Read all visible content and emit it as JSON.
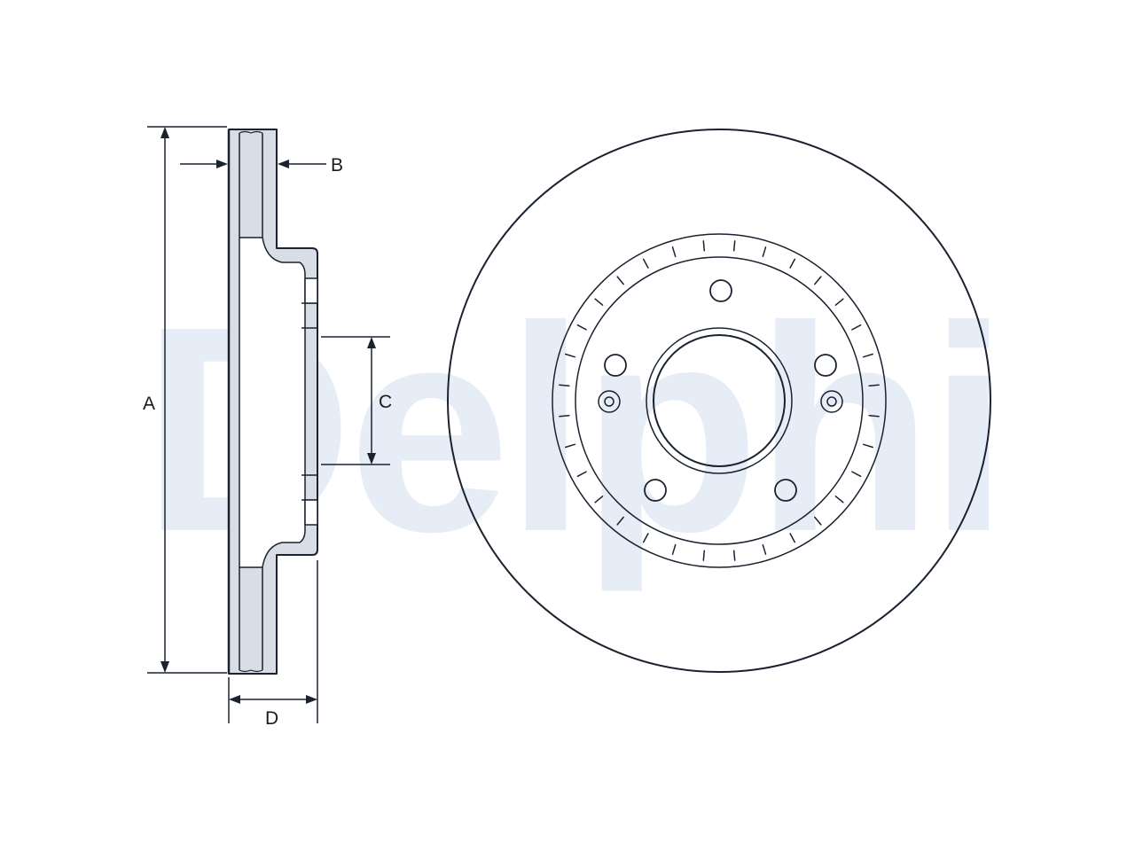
{
  "watermark": {
    "text": "Delphi",
    "color": "#e6ecf5"
  },
  "colors": {
    "line": "#1a2230",
    "fill": "#d9dde6",
    "background": "#ffffff"
  },
  "dimensions": {
    "a": "A",
    "b": "B",
    "c": "C",
    "d": "D"
  }
}
